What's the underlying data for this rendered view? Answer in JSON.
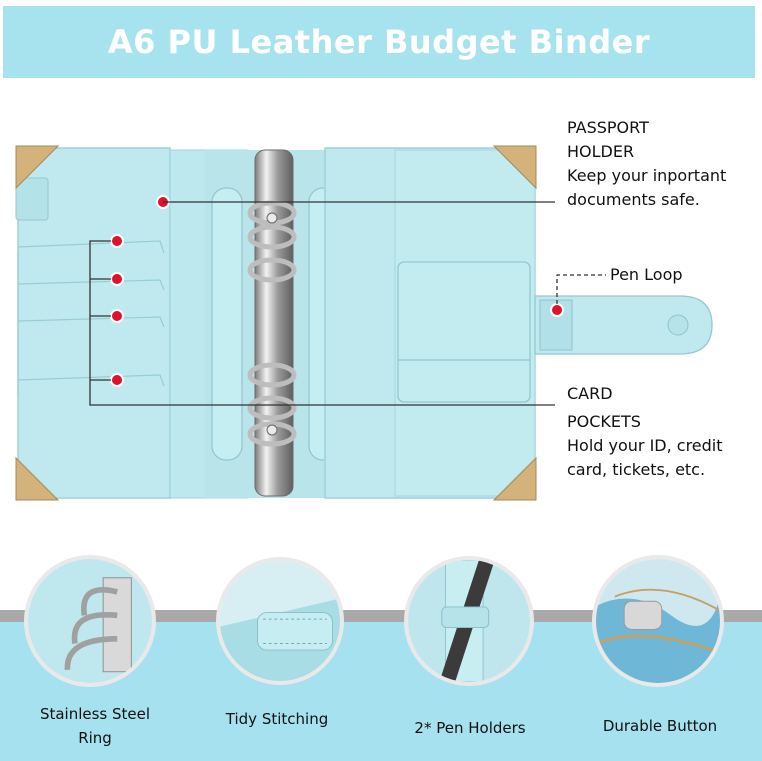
{
  "header": {
    "title": "A6 PU Leather Budget Binder"
  },
  "callouts": {
    "passport": {
      "title_lines": [
        "PASSPORT",
        "HOLDER"
      ],
      "desc_lines": [
        "Keep your inportant",
        "documents safe."
      ]
    },
    "pen_loop": {
      "label": "Pen Loop"
    },
    "card": {
      "title_lines": [
        "CARD",
        "POCKETS"
      ],
      "desc_lines": [
        "Hold your ID, credit",
        "card, tickets, etc."
      ]
    }
  },
  "features": [
    {
      "label_lines": [
        "Stainless Steel",
        "Ring"
      ],
      "icon": "ring-mechanism-closeup"
    },
    {
      "label_lines": [
        "Tidy Stitching"
      ],
      "icon": "stitching-closeup"
    },
    {
      "label_lines": [
        "2* Pen Holders"
      ],
      "icon": "pen-holder-closeup"
    },
    {
      "label_lines": [
        "Durable Button"
      ],
      "icon": "button-snap-closeup"
    }
  ],
  "colors": {
    "banner": "#a7e2ef",
    "binder": "#bfe9ef",
    "binder_dark": "#a9dbe3",
    "accent_dot": "#e0122a",
    "band": "#a6e1ef",
    "stripe": "#a9a9a9",
    "corner": "#d4b27c"
  }
}
